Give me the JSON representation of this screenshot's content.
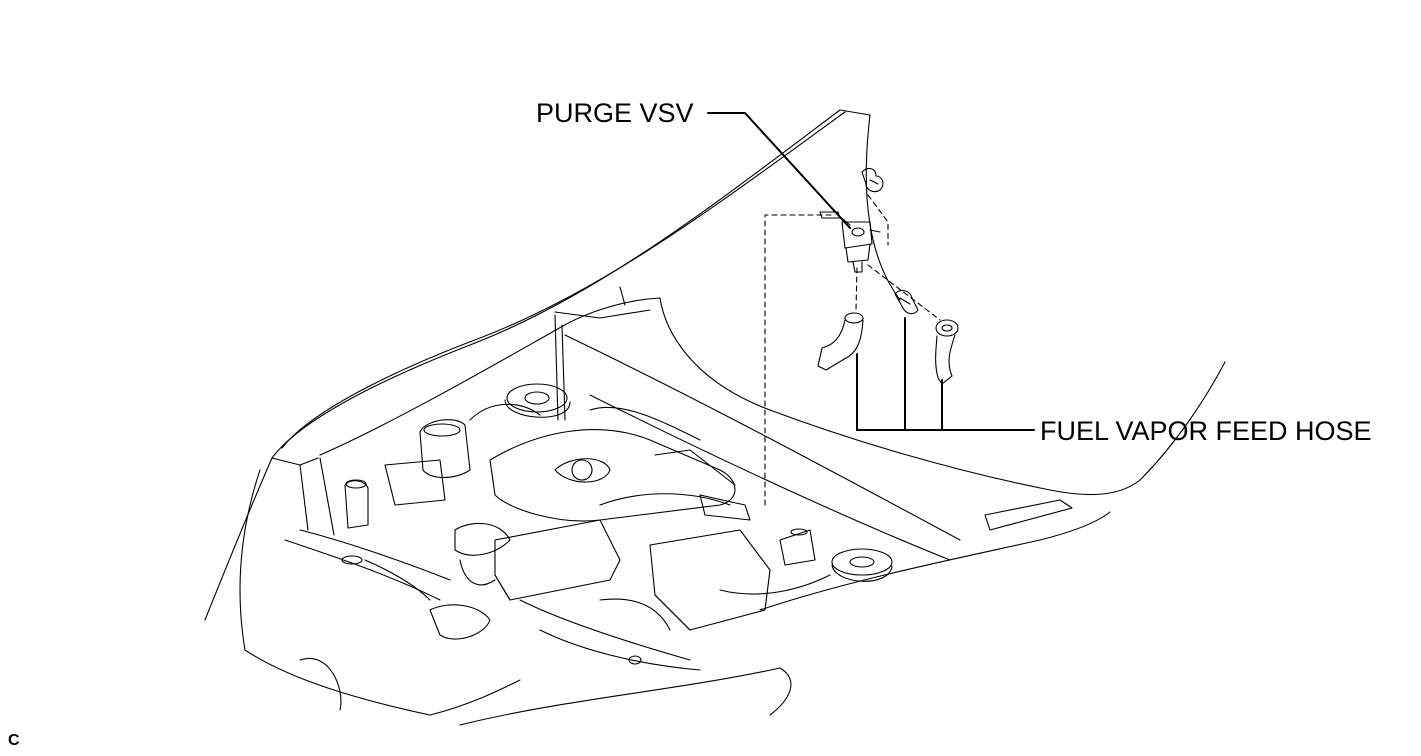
{
  "labels": {
    "purge_vsv": "PURGE VSV",
    "fuel_vapor_feed_hose": "FUEL VAPOR FEED HOSE",
    "figure_code": "C"
  },
  "colors": {
    "line": "#000000",
    "background": "#ffffff"
  },
  "icons": {
    "purge_vsv": "solenoid-valve-icon",
    "hose": "rubber-hose-icon",
    "clip": "hose-clip-icon"
  }
}
